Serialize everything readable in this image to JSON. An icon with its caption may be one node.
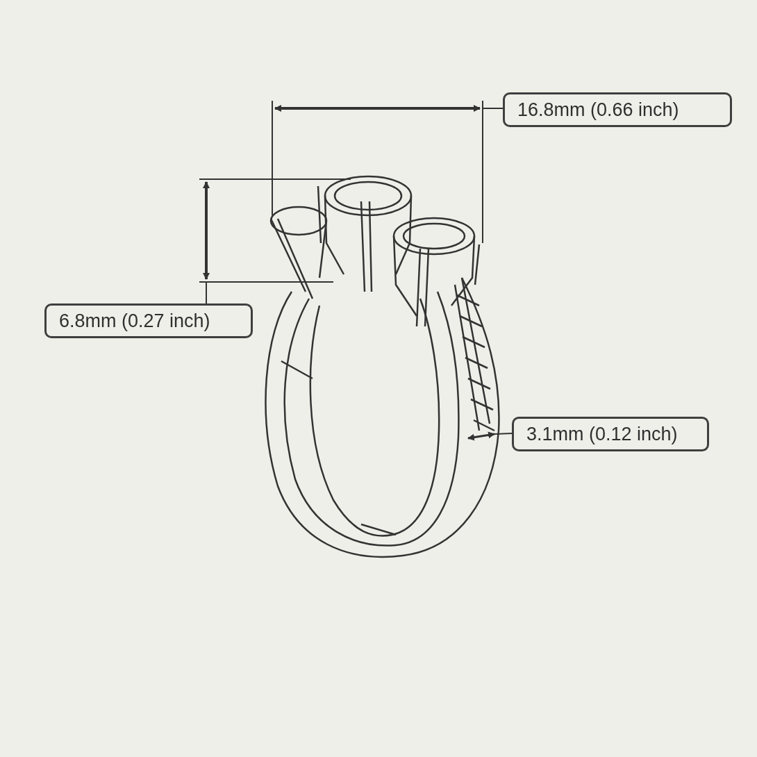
{
  "diagram": {
    "labels": [
      "16.8mm (0.66 inch)",
      "6.8mm (0.27 inch)",
      "3.1mm (0.12 inch)"
    ]
  }
}
